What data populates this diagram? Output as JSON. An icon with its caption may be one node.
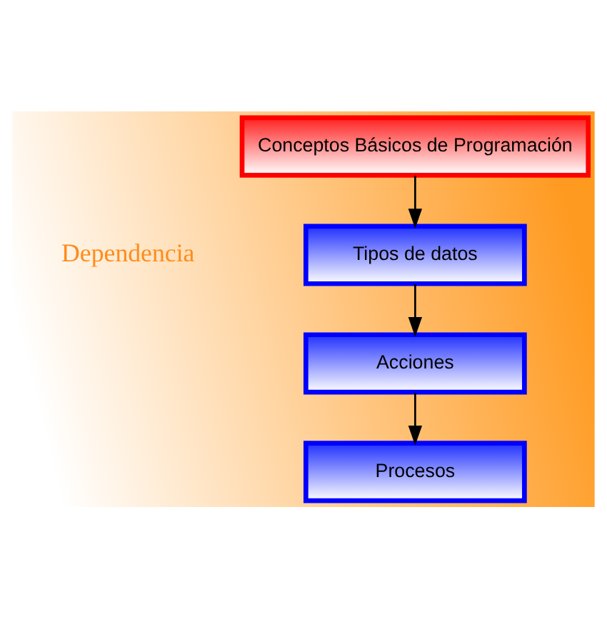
{
  "diagram": {
    "nodes": [
      {
        "text": [
          "Conceptos Básicos de Programación"
        ]
      },
      {
        "text": [
          "Tipos de datos"
        ]
      },
      {
        "text": [
          "Acciones"
        ]
      },
      {
        "text": [
          "Procesos"
        ]
      }
    ],
    "edges": [
      {
        "from": 0,
        "to": 1,
        "arrow": "to"
      },
      {
        "from": 1,
        "to": 2,
        "arrow": "to"
      },
      {
        "from": 2,
        "to": 3,
        "arrow": "to"
      }
    ],
    "labels": [
      "Dependencia"
    ]
  }
}
